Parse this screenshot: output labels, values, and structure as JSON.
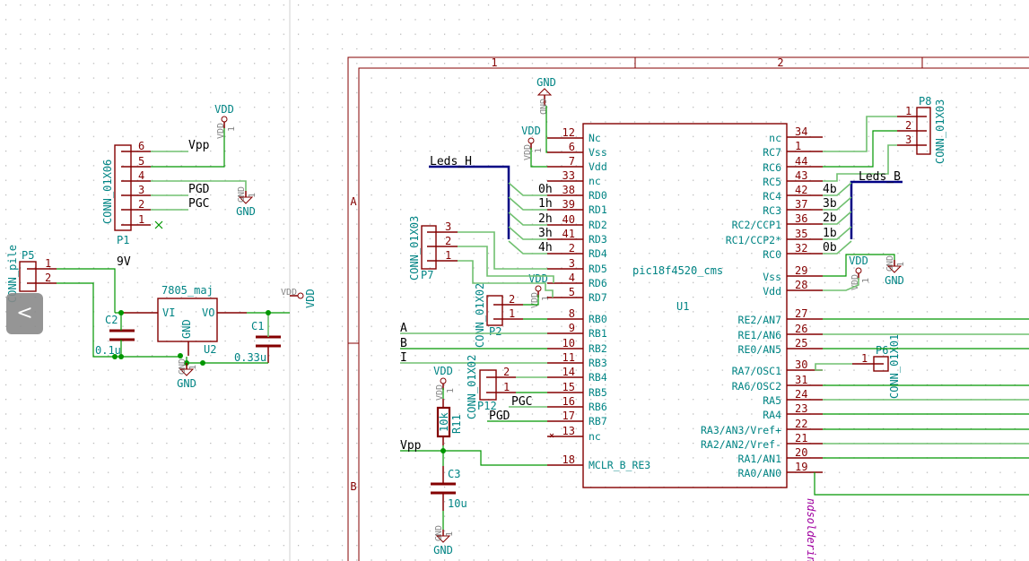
{
  "sheet": {
    "columns": [
      "1",
      "2"
    ],
    "rows": [
      "A",
      "B"
    ]
  },
  "colors": {
    "pin": "#840000",
    "wire": "#009600",
    "bus": "#000084",
    "text": "#008484",
    "field": "#ff00ff"
  },
  "power": {
    "vdd": "VDD",
    "gnd": "GND",
    "pin1": "1"
  },
  "p1": {
    "ref": "P1",
    "value": "CONN_01X06",
    "pins": [
      "6",
      "5",
      "4",
      "3",
      "2",
      "1"
    ],
    "labels": {
      "vpp": "Vpp",
      "pgd": "PGD",
      "pgc": "PGC"
    }
  },
  "p5": {
    "ref": "P5",
    "value": "CONN_pile",
    "pins": [
      "1",
      "2"
    ],
    "label9v": "9V"
  },
  "u2": {
    "ref": "U2",
    "value": "7805_maj",
    "vi": "VI",
    "vo": "VO",
    "gnd": "GND"
  },
  "c1": {
    "ref": "C1",
    "value": "0.33u"
  },
  "c2": {
    "ref": "C2",
    "value": "0.1u"
  },
  "c3": {
    "ref": "C3",
    "value": "10u"
  },
  "r11": {
    "ref": "R11",
    "value": "10k"
  },
  "p7": {
    "ref": "P7",
    "value": "CONN_01X03",
    "pins": [
      "3",
      "2",
      "1"
    ]
  },
  "p2": {
    "ref": "P2",
    "value": "CONN_01X02",
    "pins": [
      "2",
      "1"
    ]
  },
  "p12": {
    "ref": "P12",
    "value": "CONN_01X02",
    "pins": [
      "2",
      "1"
    ]
  },
  "p8": {
    "ref": "P8",
    "value": "CONN_01X03",
    "pins": [
      "1",
      "2",
      "3"
    ]
  },
  "p6": {
    "ref": "P6",
    "value": "CONN_01X01",
    "pins": [
      "1"
    ]
  },
  "u1": {
    "ref": "U1",
    "value": "pic18f4520_cms",
    "left_pins": [
      {
        "num": "12",
        "name": "Nc"
      },
      {
        "num": "6",
        "name": "Vss"
      },
      {
        "num": "7",
        "name": "Vdd"
      },
      {
        "num": "33",
        "name": "nc"
      },
      {
        "num": "38",
        "name": "RD0"
      },
      {
        "num": "39",
        "name": "RD1"
      },
      {
        "num": "40",
        "name": "RD2"
      },
      {
        "num": "41",
        "name": "RD3"
      },
      {
        "num": "2",
        "name": "RD4"
      },
      {
        "num": "3",
        "name": "RD5"
      },
      {
        "num": "4",
        "name": "RD6"
      },
      {
        "num": "5",
        "name": "RD7"
      },
      {
        "num": "8",
        "name": "RB0"
      },
      {
        "num": "9",
        "name": "RB1"
      },
      {
        "num": "10",
        "name": "RB2"
      },
      {
        "num": "11",
        "name": "RB3"
      },
      {
        "num": "14",
        "name": "RB4"
      },
      {
        "num": "15",
        "name": "RB5"
      },
      {
        "num": "16",
        "name": "RB6"
      },
      {
        "num": "17",
        "name": "RB7"
      },
      {
        "num": "13",
        "name": "nc"
      },
      {
        "num": "18",
        "name": "MCLR_B_RE3"
      }
    ],
    "right_pins": [
      {
        "num": "34",
        "name": "nc"
      },
      {
        "num": "1",
        "name": "RC7"
      },
      {
        "num": "44",
        "name": "RC6"
      },
      {
        "num": "43",
        "name": "RC5"
      },
      {
        "num": "42",
        "name": "RC4"
      },
      {
        "num": "37",
        "name": "RC3"
      },
      {
        "num": "36",
        "name": "RC2/CCP1"
      },
      {
        "num": "35",
        "name": "RC1/CCP2*"
      },
      {
        "num": "32",
        "name": "RC0"
      },
      {
        "num": "29",
        "name": "Vss"
      },
      {
        "num": "28",
        "name": "Vdd"
      },
      {
        "num": "27",
        "name": "RE2/AN7"
      },
      {
        "num": "26",
        "name": "RE1/AN6"
      },
      {
        "num": "25",
        "name": "RE0/AN5"
      },
      {
        "num": "30",
        "name": "RA7/OSC1"
      },
      {
        "num": "31",
        "name": "RA6/OSC2"
      },
      {
        "num": "24",
        "name": "RA5"
      },
      {
        "num": "23",
        "name": "RA4"
      },
      {
        "num": "22",
        "name": "RA3/AN3/Vref+"
      },
      {
        "num": "21",
        "name": "RA2/AN2/Vref-"
      },
      {
        "num": "20",
        "name": "RA1/AN1"
      },
      {
        "num": "19",
        "name": "RA0/AN0"
      }
    ]
  },
  "buses": {
    "leds_h": "Leds_H",
    "leds_b": "Leds_B",
    "h_entries": [
      "0h",
      "1h",
      "2h",
      "3h",
      "4h"
    ],
    "b_entries": [
      "4b",
      "3b",
      "2b",
      "1b",
      "0b"
    ]
  },
  "net_labels": {
    "a": "A",
    "b": "B",
    "i": "I",
    "vpp": "Vpp",
    "pgc": "PGC",
    "pgd": "PGD"
  },
  "field_text": "ndsoldering",
  "collapse_button": {
    "label": "<",
    "icon": "chevron-left-icon"
  }
}
